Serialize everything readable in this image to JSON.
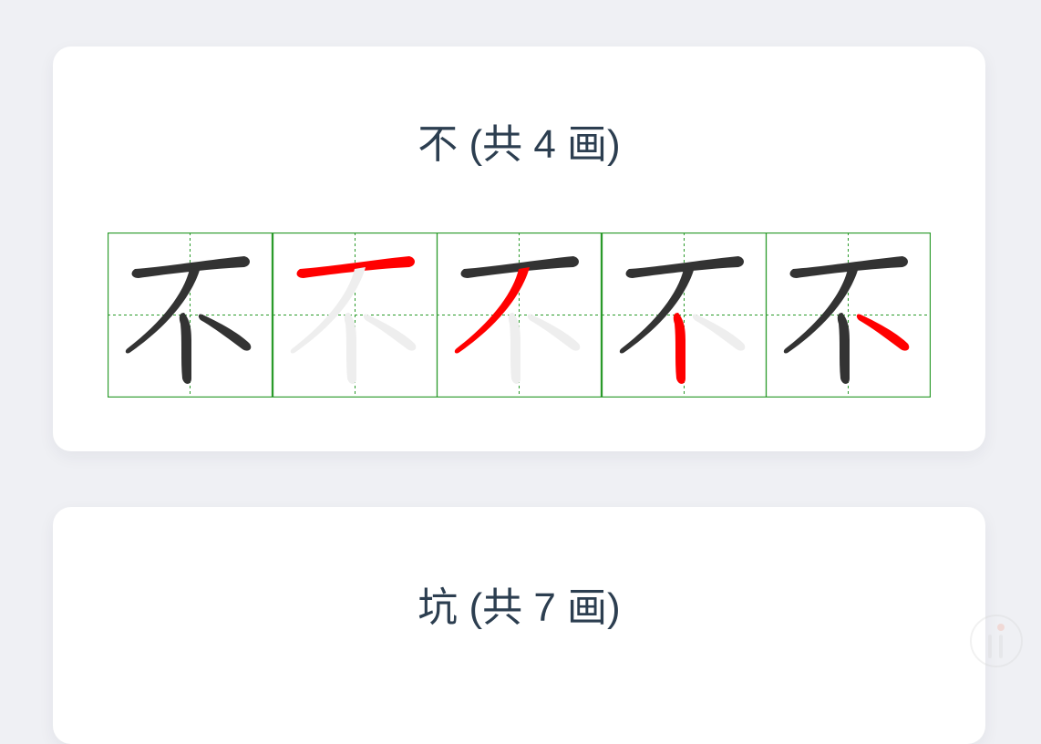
{
  "cards": [
    {
      "character": "不",
      "title": "不 (共 4 画)",
      "stroke_count": 4,
      "stroke_steps": [
        {
          "label": "full",
          "highlight": null
        },
        {
          "label": "stroke-1",
          "highlight": 1
        },
        {
          "label": "stroke-2",
          "highlight": 2
        },
        {
          "label": "stroke-3",
          "highlight": 3
        },
        {
          "label": "stroke-4",
          "highlight": 4
        }
      ]
    },
    {
      "character": "坑",
      "title": "坑 (共 7 画)",
      "stroke_count": 7
    }
  ],
  "colors": {
    "background": "#eff0f4",
    "card": "#ffffff",
    "title": "#2c3e50",
    "grid_border": "#2a9a2a",
    "grid_guide": "#2a9a2a",
    "stroke_done": "#333333",
    "stroke_current": "#ff0000",
    "stroke_pending": "#eeeeee"
  }
}
